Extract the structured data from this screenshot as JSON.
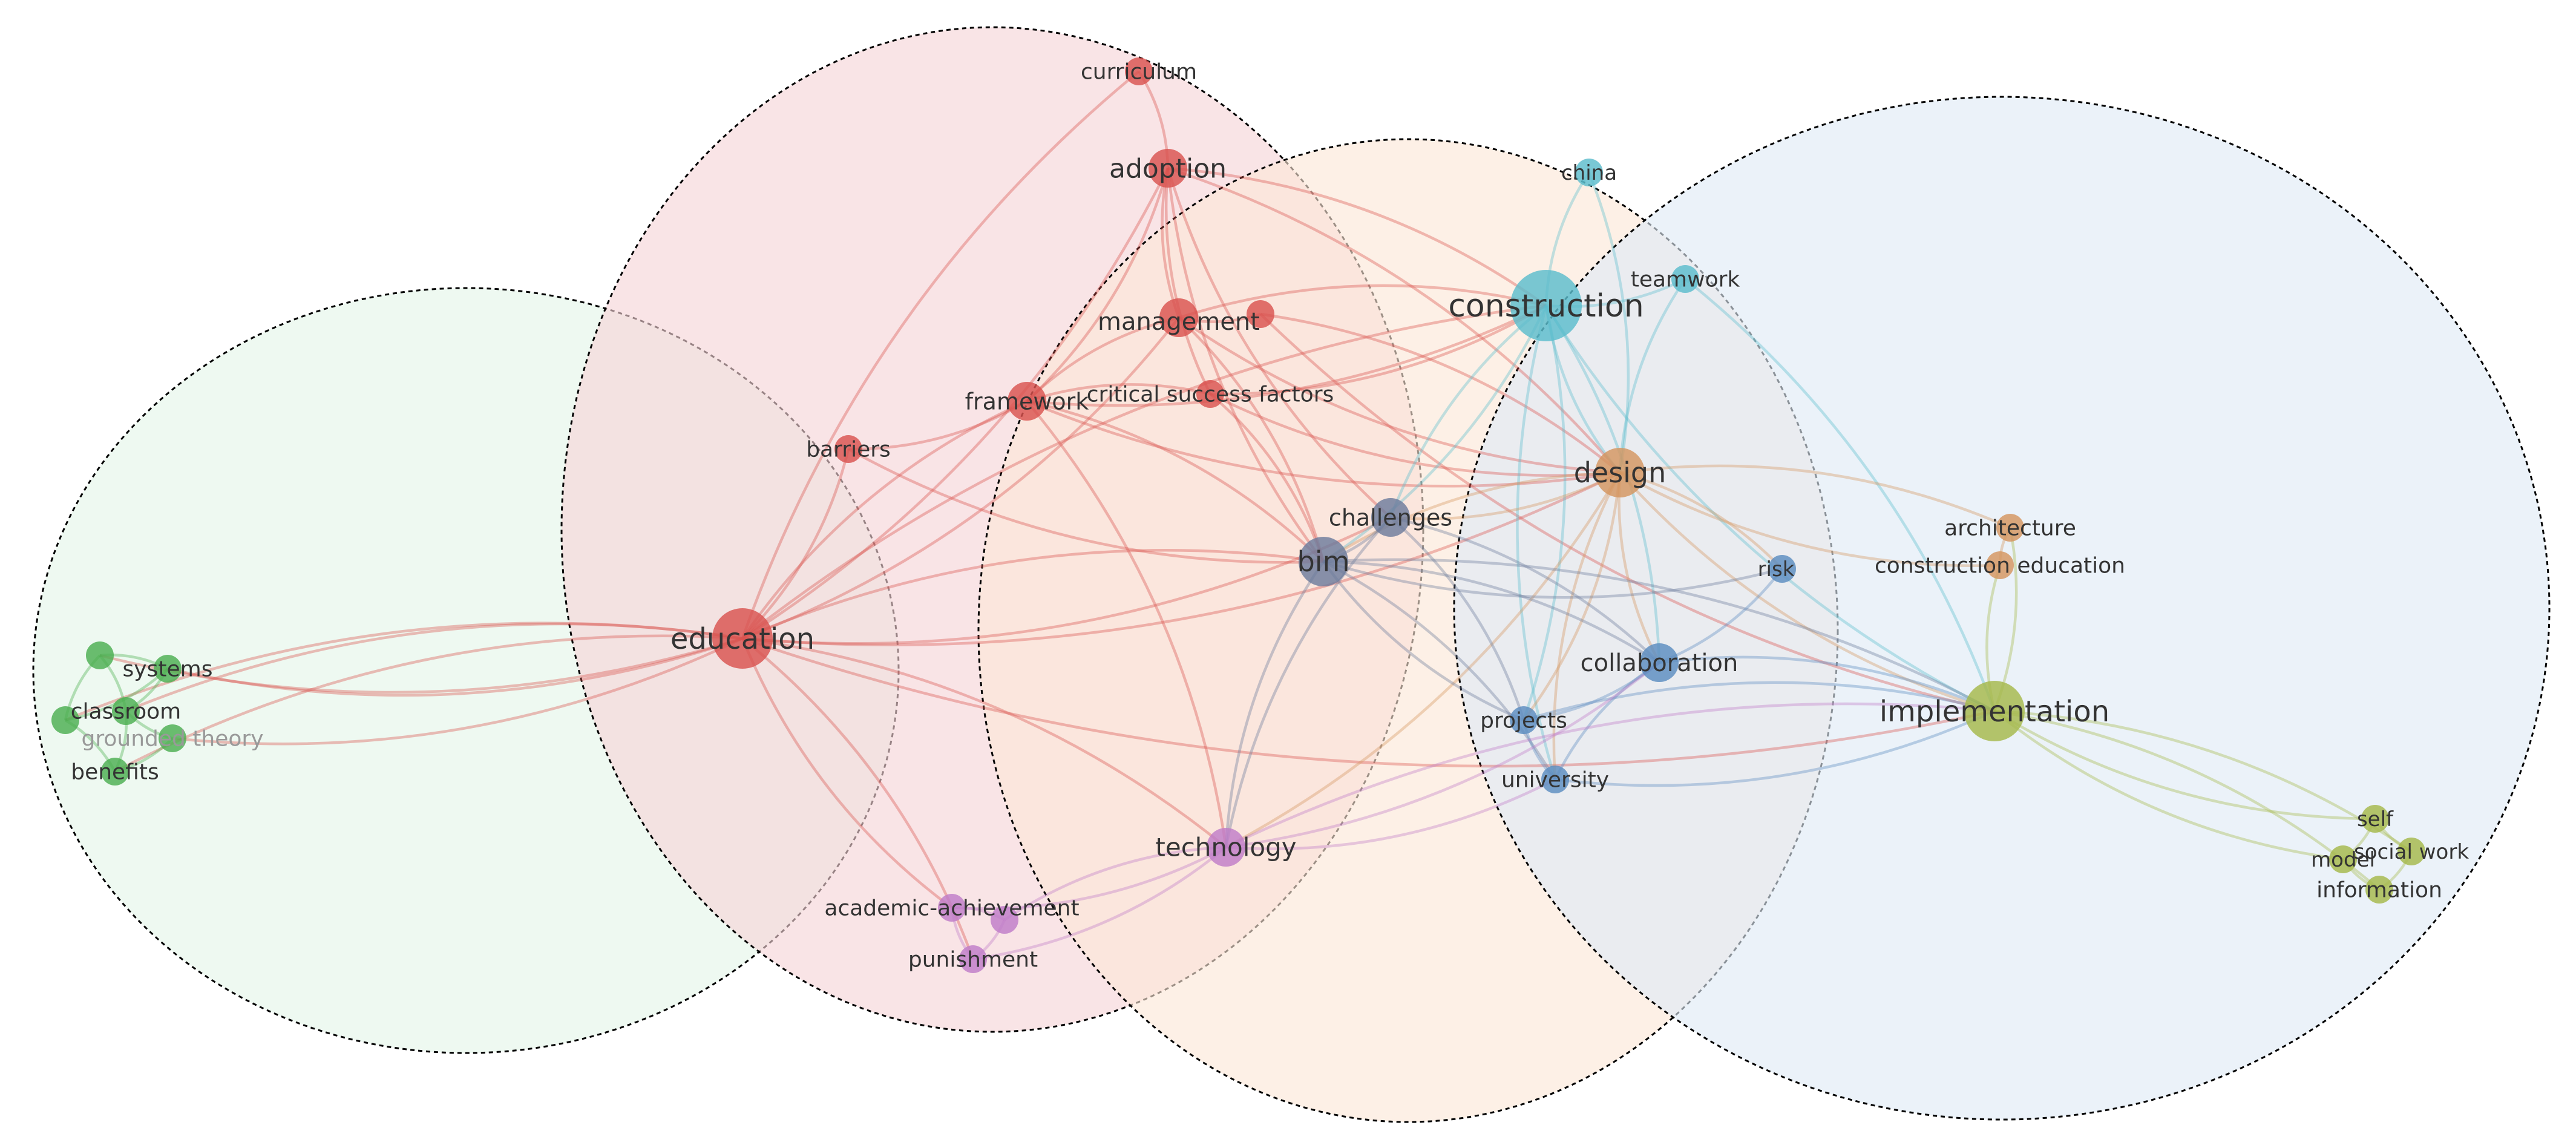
{
  "colors": {
    "green": "#4caf50",
    "red": "#d9534f",
    "orange": "#d4955f",
    "blue": "#5b8cc0",
    "cyan": "#5bbccc",
    "purple": "#c07cc8",
    "olive": "#a5b84a",
    "slate": "#6c7b9c"
  },
  "clusters": [
    {
      "name": "green",
      "fill": "#e3f5e8"
    },
    {
      "name": "red",
      "fill": "#f5d3d6"
    },
    {
      "name": "orange",
      "fill": "#fbe6d7"
    },
    {
      "name": "blue",
      "fill": "#deeaf6"
    }
  ],
  "nodes": [
    {
      "id": "curriculum",
      "label": "curriculum",
      "color": "red",
      "weight": 1
    },
    {
      "id": "adoption",
      "label": "adoption",
      "color": "red",
      "weight": 2
    },
    {
      "id": "management",
      "label": "management",
      "color": "red",
      "weight": 2
    },
    {
      "id": "framework",
      "label": "framework",
      "color": "red",
      "weight": 2
    },
    {
      "id": "critical_success_factors",
      "label": "critical success factors",
      "color": "red",
      "weight": 1
    },
    {
      "id": "barriers",
      "label": "barriers",
      "color": "red",
      "weight": 1
    },
    {
      "id": "education",
      "label": "education",
      "color": "red",
      "weight": 4
    },
    {
      "id": "china",
      "label": "china",
      "color": "cyan",
      "weight": 1
    },
    {
      "id": "construction",
      "label": "construction",
      "color": "cyan",
      "weight": 5
    },
    {
      "id": "teamwork",
      "label": "teamwork",
      "color": "cyan",
      "weight": 1
    },
    {
      "id": "design",
      "label": "design",
      "color": "orange",
      "weight": 3
    },
    {
      "id": "challenges",
      "label": "challenges",
      "color": "slate",
      "weight": 2
    },
    {
      "id": "bim",
      "label": "bim",
      "color": "slate",
      "weight": 3
    },
    {
      "id": "risk",
      "label": "risk",
      "color": "blue",
      "weight": 1
    },
    {
      "id": "collaboration",
      "label": "collaboration",
      "color": "blue",
      "weight": 2
    },
    {
      "id": "projects",
      "label": "projects",
      "color": "blue",
      "weight": 1
    },
    {
      "id": "university",
      "label": "university",
      "color": "blue",
      "weight": 1
    },
    {
      "id": "architecture",
      "label": "architecture",
      "color": "orange",
      "weight": 1
    },
    {
      "id": "construction_education",
      "label": "construction education",
      "color": "orange",
      "weight": 1
    },
    {
      "id": "implementation",
      "label": "implementation",
      "color": "olive",
      "weight": 4
    },
    {
      "id": "self",
      "label": "self",
      "color": "olive",
      "weight": 1
    },
    {
      "id": "social_work",
      "label": "social work",
      "color": "olive",
      "weight": 1
    },
    {
      "id": "model",
      "label": "model",
      "color": "olive",
      "weight": 1
    },
    {
      "id": "information",
      "label": "information",
      "color": "olive",
      "weight": 1
    },
    {
      "id": "technology",
      "label": "technology",
      "color": "purple",
      "weight": 2
    },
    {
      "id": "academic_achievement",
      "label": "academic-achievement",
      "color": "purple",
      "weight": 1
    },
    {
      "id": "punishment",
      "label": "punishment",
      "color": "purple",
      "weight": 1
    },
    {
      "id": "systems",
      "label": "systems",
      "color": "green",
      "weight": 1
    },
    {
      "id": "classroom",
      "label": "classroom",
      "color": "green",
      "weight": 1
    },
    {
      "id": "grounded_theory",
      "label": "grounded theory",
      "color": "green",
      "weight": 1,
      "faint": true
    },
    {
      "id": "benefits",
      "label": "benefits",
      "color": "green",
      "weight": 1
    },
    {
      "id": "g_extra1",
      "label": "",
      "color": "green",
      "weight": 1
    },
    {
      "id": "g_extra2",
      "label": "",
      "color": "green",
      "weight": 1
    },
    {
      "id": "r_extra",
      "label": "",
      "color": "red",
      "weight": 1
    },
    {
      "id": "p_extra",
      "label": "",
      "color": "purple",
      "weight": 1
    }
  ],
  "edges": [
    [
      "curriculum",
      "adoption"
    ],
    [
      "adoption",
      "management"
    ],
    [
      "adoption",
      "framework"
    ],
    [
      "adoption",
      "critical_success_factors"
    ],
    [
      "adoption",
      "construction"
    ],
    [
      "adoption",
      "bim"
    ],
    [
      "adoption",
      "design"
    ],
    [
      "adoption",
      "challenges"
    ],
    [
      "adoption",
      "education"
    ],
    [
      "management",
      "framework"
    ],
    [
      "management",
      "construction"
    ],
    [
      "management",
      "design"
    ],
    [
      "management",
      "bim"
    ],
    [
      "management",
      "r_extra"
    ],
    [
      "r_extra",
      "design"
    ],
    [
      "r_extra",
      "implementation"
    ],
    [
      "framework",
      "critical_success_factors"
    ],
    [
      "framework",
      "education"
    ],
    [
      "framework",
      "bim"
    ],
    [
      "framework",
      "design"
    ],
    [
      "framework",
      "barriers"
    ],
    [
      "framework",
      "construction"
    ],
    [
      "framework",
      "technology"
    ],
    [
      "critical_success_factors",
      "design"
    ],
    [
      "critical_success_factors",
      "bim"
    ],
    [
      "critical_success_factors",
      "construction"
    ],
    [
      "barriers",
      "education"
    ],
    [
      "barriers",
      "bim"
    ],
    [
      "education",
      "bim"
    ],
    [
      "education",
      "design"
    ],
    [
      "education",
      "construction"
    ],
    [
      "education",
      "challenges"
    ],
    [
      "education",
      "technology"
    ],
    [
      "education",
      "academic_achievement"
    ],
    [
      "education",
      "punishment"
    ],
    [
      "education",
      "implementation"
    ],
    [
      "education",
      "systems"
    ],
    [
      "education",
      "classroom"
    ],
    [
      "education",
      "grounded_theory"
    ],
    [
      "education",
      "benefits"
    ],
    [
      "education",
      "g_extra1"
    ],
    [
      "education",
      "g_extra2"
    ],
    [
      "education",
      "curriculum"
    ],
    [
      "education",
      "management"
    ],
    [
      "systems",
      "classroom"
    ],
    [
      "systems",
      "g_extra1"
    ],
    [
      "systems",
      "g_extra2"
    ],
    [
      "classroom",
      "grounded_theory"
    ],
    [
      "classroom",
      "benefits"
    ],
    [
      "classroom",
      "g_extra1"
    ],
    [
      "grounded_theory",
      "benefits"
    ],
    [
      "g_extra1",
      "g_extra2"
    ],
    [
      "g_extra2",
      "benefits"
    ],
    [
      "construction",
      "design"
    ],
    [
      "construction",
      "bim"
    ],
    [
      "construction",
      "challenges"
    ],
    [
      "construction",
      "china"
    ],
    [
      "construction",
      "teamwork"
    ],
    [
      "construction",
      "collaboration"
    ],
    [
      "construction",
      "implementation"
    ],
    [
      "construction",
      "projects"
    ],
    [
      "construction",
      "university"
    ],
    [
      "china",
      "design"
    ],
    [
      "teamwork",
      "design"
    ],
    [
      "teamwork",
      "implementation"
    ],
    [
      "design",
      "bim"
    ],
    [
      "design",
      "challenges"
    ],
    [
      "design",
      "collaboration"
    ],
    [
      "design",
      "risk"
    ],
    [
      "design",
      "implementation"
    ],
    [
      "design",
      "architecture"
    ],
    [
      "design",
      "construction_education"
    ],
    [
      "design",
      "projects"
    ],
    [
      "design",
      "university"
    ],
    [
      "design",
      "technology"
    ],
    [
      "bim",
      "challenges"
    ],
    [
      "bim",
      "collaboration"
    ],
    [
      "bim",
      "projects"
    ],
    [
      "bim",
      "university"
    ],
    [
      "bim",
      "technology"
    ],
    [
      "bim",
      "implementation"
    ],
    [
      "bim",
      "risk"
    ],
    [
      "challenges",
      "collaboration"
    ],
    [
      "challenges",
      "technology"
    ],
    [
      "challenges",
      "projects"
    ],
    [
      "collaboration",
      "risk"
    ],
    [
      "collaboration",
      "projects"
    ],
    [
      "collaboration",
      "university"
    ],
    [
      "collaboration",
      "implementation"
    ],
    [
      "projects",
      "university"
    ],
    [
      "projects",
      "implementation"
    ],
    [
      "university",
      "implementation"
    ],
    [
      "technology",
      "academic_achievement"
    ],
    [
      "technology",
      "p_extra"
    ],
    [
      "technology",
      "punishment"
    ],
    [
      "technology",
      "collaboration"
    ],
    [
      "technology",
      "implementation"
    ],
    [
      "technology",
      "university"
    ],
    [
      "academic_achievement",
      "p_extra"
    ],
    [
      "academic_achievement",
      "punishment"
    ],
    [
      "p_extra",
      "punishment"
    ],
    [
      "implementation",
      "architecture"
    ],
    [
      "implementation",
      "construction_education"
    ],
    [
      "implementation",
      "self"
    ],
    [
      "implementation",
      "social_work"
    ],
    [
      "implementation",
      "model"
    ],
    [
      "implementation",
      "information"
    ],
    [
      "self",
      "social_work"
    ],
    [
      "self",
      "model"
    ],
    [
      "model",
      "information"
    ],
    [
      "social_work",
      "information"
    ],
    [
      "architecture",
      "construction_education"
    ]
  ]
}
